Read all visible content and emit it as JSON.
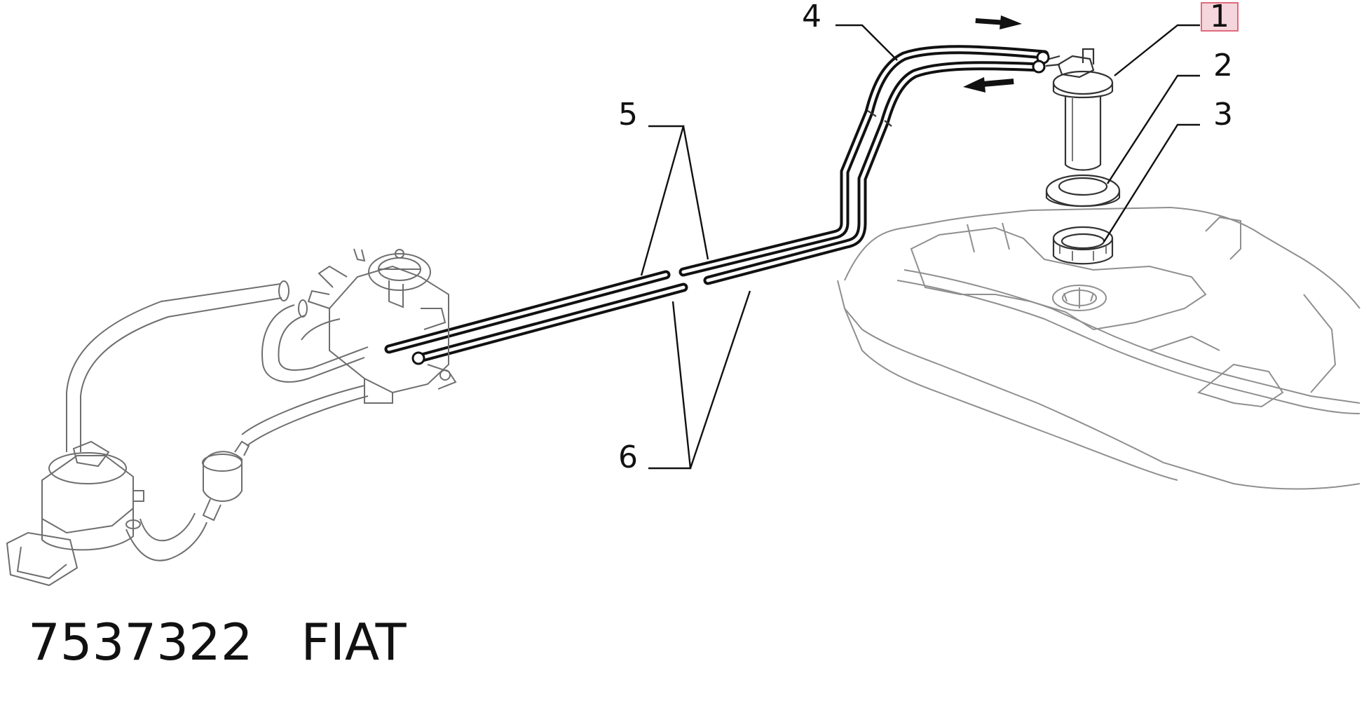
{
  "callouts": [
    {
      "id": "1",
      "label": "1",
      "highlight_color": "#f5d6dc",
      "highlight_border": "#e06a7d"
    },
    {
      "id": "2",
      "label": "2"
    },
    {
      "id": "3",
      "label": "3"
    },
    {
      "id": "4",
      "label": "4"
    },
    {
      "id": "5",
      "label": "5"
    },
    {
      "id": "6",
      "label": "6"
    }
  ],
  "footer": {
    "part_number": "7537322",
    "brand": "FIAT"
  },
  "colors": {
    "line": "#111111",
    "tank_outline": "#8f8f8f",
    "highlight_fill": "#f5d6dc",
    "highlight_border": "#e06a7d"
  },
  "icons": [
    "fuel-tank-drawing",
    "fuel-pump-drawing",
    "carburetor-drawing",
    "fuel-filter-drawing",
    "flow-arrow-icon"
  ]
}
